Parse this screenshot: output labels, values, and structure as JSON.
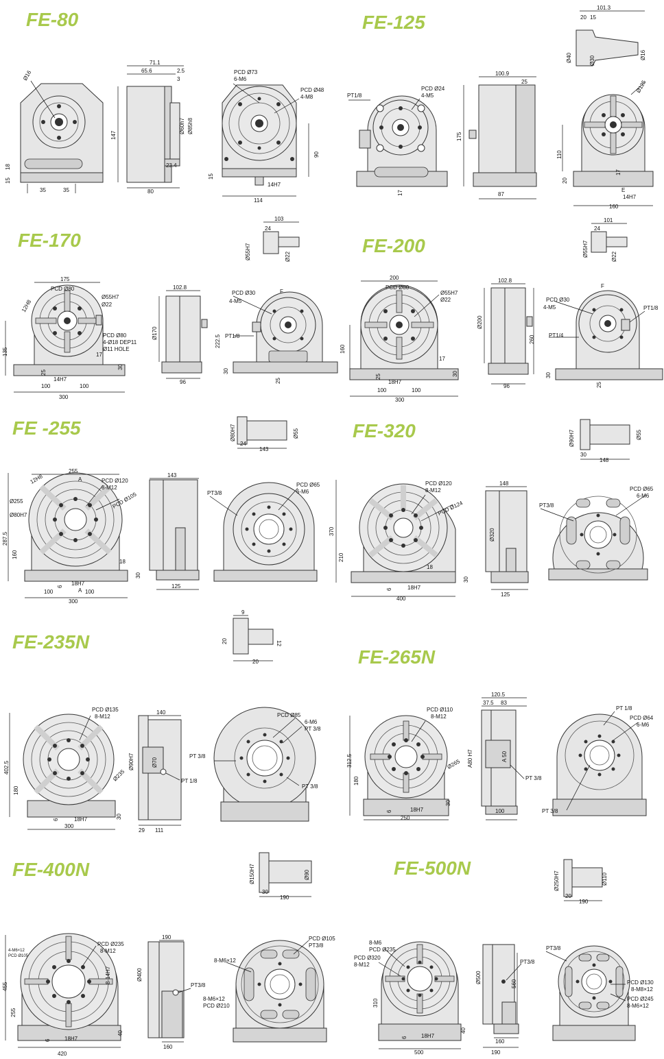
{
  "models": {
    "fe80": {
      "title": "FE-80",
      "labels": [
        "Ø16",
        "15",
        "18",
        "35",
        "35",
        "71.1",
        "65.6",
        "2.5",
        "3",
        "147",
        "Ø60h7",
        "Ø85h8",
        "23.4",
        "80",
        "PCD Ø73",
        "6-M6",
        "PCD Ø48",
        "4-M8",
        "90",
        "15",
        "14H7",
        "114"
      ]
    },
    "fe125": {
      "title": "FE-125",
      "labels": [
        "101.3",
        "20",
        "15",
        "Ø40",
        "Ø30",
        "Ø16",
        "PT1/8",
        "PCD Ø24",
        "4-M5",
        "17",
        "100.9",
        "25",
        "175",
        "87",
        "Ø125",
        "110",
        "20",
        "17",
        "E",
        "14H7",
        "160"
      ]
    },
    "fe170": {
      "title": "FE-170",
      "labels": [
        "103",
        "24",
        "Ø55H7",
        "Ø22",
        "175",
        "PCD Ø80",
        "12H8",
        "Ø55H7",
        "Ø22",
        "PCD Ø80",
        "4-Ø18 DEP11",
        "Ø11 HOLE",
        "135",
        "25",
        "14H7",
        "17",
        "30",
        "100",
        "100",
        "300",
        "102.8",
        "Ø170",
        "96",
        "PCD Ø30",
        "4-M5",
        "PT1/8",
        "F",
        "222.5",
        "30",
        "25"
      ]
    },
    "fe200": {
      "title": "FE-200",
      "labels": [
        "101",
        "24",
        "Ø55H7",
        "Ø22",
        "200",
        "PCD Ø80",
        "Ø55H7",
        "Ø22",
        "160",
        "25",
        "18H7",
        "17",
        "30",
        "100",
        "100",
        "300",
        "102.8",
        "Ø200",
        "260",
        "96",
        "PCD Ø30",
        "4-M5",
        "PT1/8",
        "PT1/4",
        "F",
        "30",
        "25"
      ]
    },
    "fe255": {
      "title": "FE -255",
      "labels": [
        "Ø80H7",
        "Ø55",
        "24",
        "143",
        "255",
        "12H8",
        "A",
        "Ø255",
        "Ø80H7",
        "PCD Ø120",
        "8-M12",
        "PCD Ø105",
        "287.5",
        "160",
        "18",
        "6",
        "18H7",
        "A",
        "30",
        "100",
        "100",
        "300",
        "143",
        "125",
        "PT3/8",
        "PCD Ø65",
        "6-M6"
      ]
    },
    "fe320": {
      "title": "FE-320",
      "labels": [
        "Ø90H7",
        "Ø55",
        "30",
        "148",
        "PCD Ø120",
        "8-M12",
        "PCD Ø124",
        "370",
        "210",
        "6",
        "18H7",
        "18",
        "30",
        "400",
        "148",
        "Ø320",
        "125",
        "PT3/8",
        "PCD Ø65",
        "6-M6"
      ]
    },
    "fe235n": {
      "title": "FE-235N",
      "labels": [
        "9",
        "20",
        "12",
        "20",
        "PCD Ø135",
        "8-M12",
        "402.5",
        "180",
        "Ø235",
        "6",
        "18H7",
        "30",
        "300",
        "140",
        "Ø90H7",
        "Ø70",
        "29",
        "111",
        "PT 3/8",
        "PT 1/8",
        "PCD Ø85",
        "6-M6",
        "PT 3/8",
        "PT 3/8"
      ]
    },
    "fe265n": {
      "title": "FE-265N",
      "labels": [
        "PCD Ø110",
        "8-M12",
        "312.5",
        "180",
        "Ø265",
        "6",
        "18H7",
        "30",
        "250",
        "120.5",
        "37.5",
        "83",
        "A80 H7",
        "A 50",
        "PT 3/8",
        "100",
        "PT 1/8",
        "PCD Ø64",
        "6-M6",
        "PT 3/8"
      ]
    },
    "fe400n": {
      "title": "FE-400N",
      "labels": [
        "Ø150H7",
        "Ø90",
        "30",
        "190",
        "4-M6×12",
        "PCD Ø105",
        "PCD Ø235",
        "8-M12",
        "8-14H7",
        "455",
        "255",
        "6",
        "18H7",
        "40",
        "420",
        "190",
        "Ø400",
        "PT3/8",
        "8-M6×12",
        "PCD Ø210",
        "160",
        "8-M6×12",
        "PCD Ø105",
        "PT3/8"
      ]
    },
    "fe500n": {
      "title": "FE-500N",
      "labels": [
        "Ø250H7",
        "Ø110",
        "20",
        "190",
        "8-M6",
        "PCD Ø235",
        "PCD Ø320",
        "8-M12",
        "310",
        "6",
        "18H7",
        "40",
        "500",
        "Ø500",
        "PT3/8",
        "560",
        "160",
        "190",
        "PT3/8",
        "PCD Ø130",
        "8-M8×12",
        "PCD Ø245",
        "8-M6×12"
      ]
    }
  }
}
